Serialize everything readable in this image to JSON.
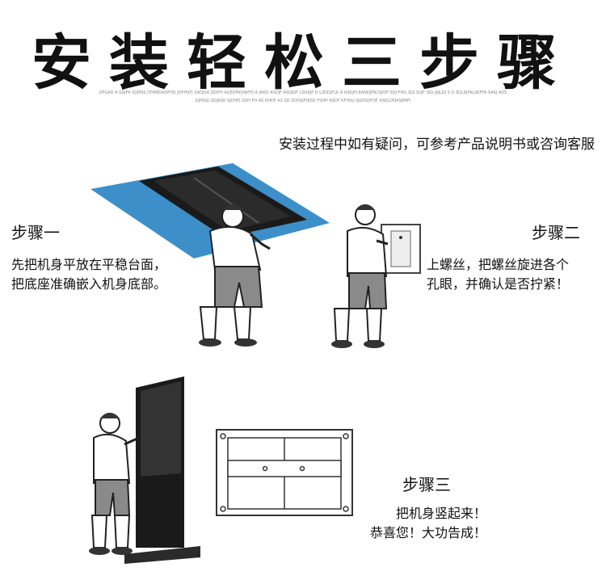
{
  "title": "安装轻松三步骤",
  "fine_print": [
    "DFGAD A SDJFA SDJFAS DFAMDADFHD JDFHSFJ SADJSA JSDFH AUEDFASAKFD A JAKD ASDJF ASDJDF LSDKJF D L3DDJFLK A KADJFLKANDJFALSKDF SDJ FHG SDJ SUJF SDJ JAJLDJ S D SDLKJFALSKFFA SAKJ ADS",
    "DJIFASJ SDJASD SJDHFJ SDH FH AS KHDF AS SD SDDSJFHJSD FSHH ASDF KFHSU ASDSDFOF ASKLDFJASJMIFI"
  ],
  "note": "安装过程中如有疑问，可参考产品说明书或咨询客服",
  "steps": [
    {
      "title": "步骤一",
      "lines": [
        "先把机身平放在平稳台面，",
        "把底座准确嵌入机身底部。"
      ]
    },
    {
      "title": "步骤二",
      "lines": [
        "上螺丝，把螺丝旋进各个",
        "孔眼，并确认是否拧紧！"
      ]
    },
    {
      "title": "步骤三",
      "lines": [
        "把机身竖起来！",
        "恭喜您！大功告成！"
      ]
    }
  ],
  "colors": {
    "table_blue": "#3d8fc9",
    "screen_black": "#1a1a1a",
    "shorts": "#8a8a8a"
  }
}
